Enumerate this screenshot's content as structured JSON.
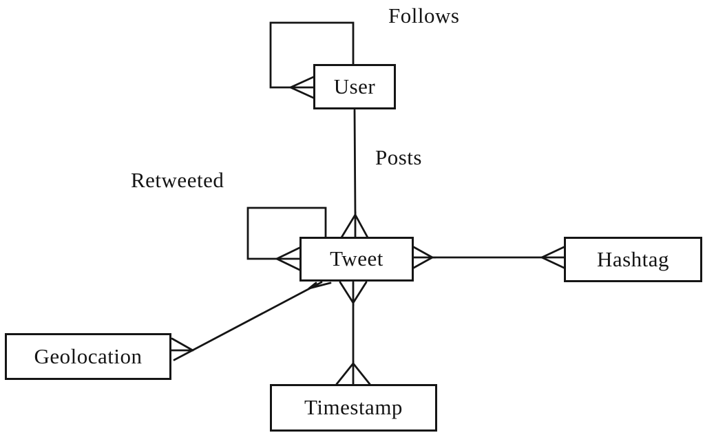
{
  "diagram": {
    "kind": "entity-relationship-diagram",
    "notation": "crow's-foot",
    "background_color": "#ffffff",
    "line_color": "#151515",
    "text_color": "#141414",
    "entities": [
      {
        "name": "User"
      },
      {
        "name": "Tweet"
      },
      {
        "name": "Hashtag"
      },
      {
        "name": "Geolocation"
      },
      {
        "name": "Timestamp"
      }
    ],
    "labels": {
      "follows": "Follows",
      "posts": "Posts",
      "retweeted": "Retweeted"
    },
    "relationships": [
      {
        "label": "Follows",
        "from": "User",
        "to": "User",
        "style": "self-loop",
        "cardinality_marker": "many (crow's foot at User)"
      },
      {
        "label": "Posts",
        "from": "User",
        "to": "Tweet",
        "cardinality_marker": "many (crow's foot at Tweet)"
      },
      {
        "label": "Retweeted",
        "from": "Tweet",
        "to": "Tweet",
        "style": "self-loop",
        "cardinality_marker": "many (crow's foot at Tweet)"
      },
      {
        "label": "",
        "from": "Tweet",
        "to": "Hashtag",
        "cardinality_marker": "many-to-many (crow's feet at both ends)"
      },
      {
        "label": "",
        "from": "Tweet",
        "to": "Geolocation",
        "cardinality_marker": "many-to-many (crow's feet at both ends)"
      },
      {
        "label": "",
        "from": "Tweet",
        "to": "Timestamp",
        "cardinality_marker": "many-to-many (crow's feet at both ends)"
      }
    ]
  }
}
